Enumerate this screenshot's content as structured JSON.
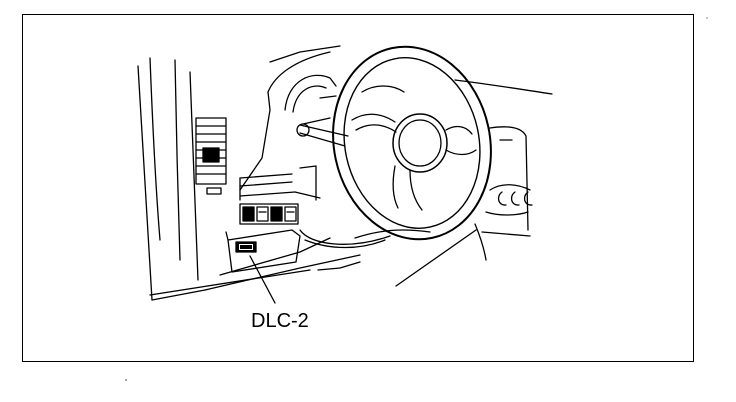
{
  "diagram": {
    "callout_label": "DLC-2",
    "line_color": "#000000",
    "background": "#ffffff",
    "parts": [
      "dashboard-outline",
      "air-vent",
      "switch-panel",
      "dlc-2-connector",
      "instrument-cluster",
      "steering-wheel",
      "steering-column",
      "climate-controls"
    ]
  }
}
